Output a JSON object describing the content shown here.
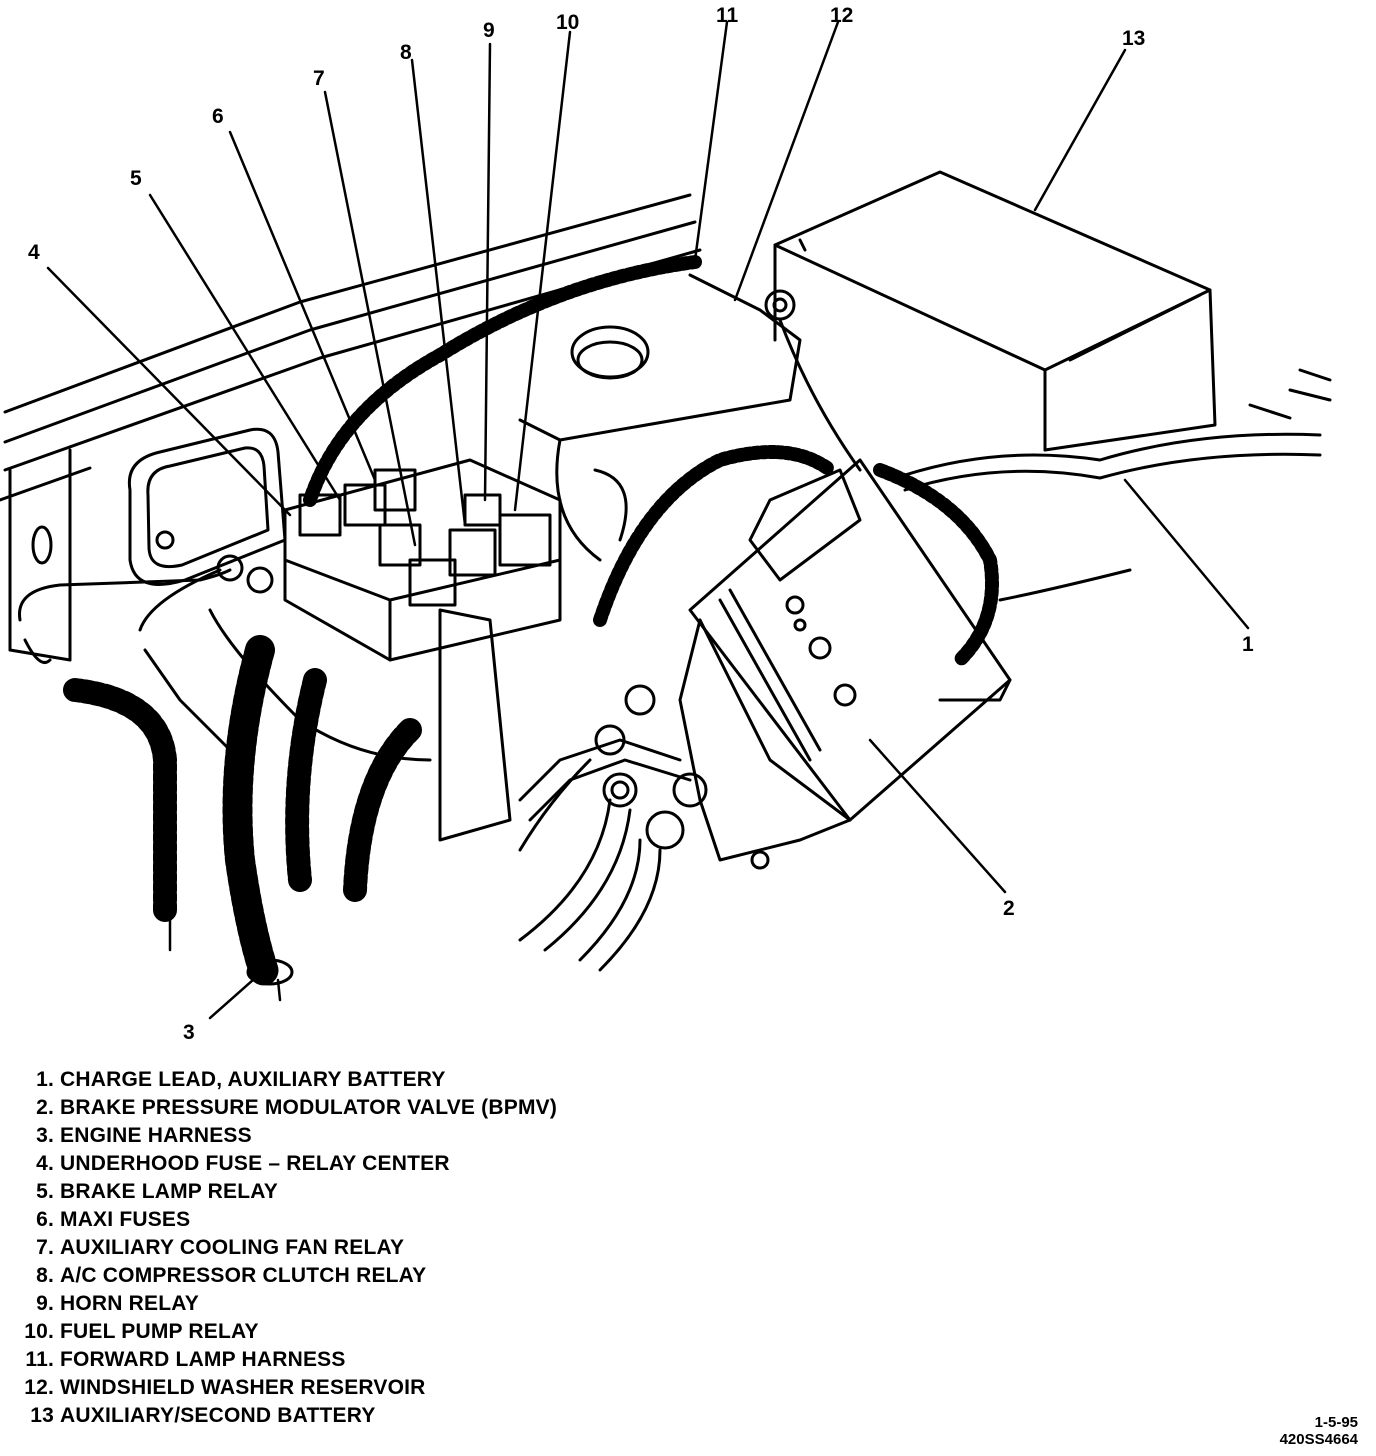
{
  "callouts": [
    {
      "num": "1"
    },
    {
      "num": "2"
    },
    {
      "num": "3"
    },
    {
      "num": "4"
    },
    {
      "num": "5"
    },
    {
      "num": "6"
    },
    {
      "num": "7"
    },
    {
      "num": "8"
    },
    {
      "num": "9"
    },
    {
      "num": "10"
    },
    {
      "num": "11"
    },
    {
      "num": "12"
    },
    {
      "num": "13"
    }
  ],
  "legend": [
    {
      "num": "1.",
      "text": "CHARGE LEAD, AUXILIARY BATTERY"
    },
    {
      "num": "2.",
      "text": "BRAKE PRESSURE MODULATOR VALVE (BPMV)"
    },
    {
      "num": "3.",
      "text": "ENGINE HARNESS"
    },
    {
      "num": "4.",
      "text": "UNDERHOOD FUSE  –  RELAY CENTER"
    },
    {
      "num": "5.",
      "text": "BRAKE LAMP RELAY"
    },
    {
      "num": "6.",
      "text": "MAXI FUSES"
    },
    {
      "num": "7.",
      "text": "AUXILIARY COOLING FAN RELAY"
    },
    {
      "num": "8.",
      "text": "A/C COMPRESSOR CLUTCH RELAY"
    },
    {
      "num": "9.",
      "text": "HORN RELAY"
    },
    {
      "num": "10.",
      "text": "FUEL PUMP RELAY"
    },
    {
      "num": "11.",
      "text": "FORWARD LAMP HARNESS"
    },
    {
      "num": "12.",
      "text": "WINDSHIELD WASHER RESERVOIR"
    },
    {
      "num": "13",
      "text": "AUXILIARY/SECOND BATTERY"
    }
  ],
  "figure_id": {
    "date": "1-5-95",
    "code": "420SS4664"
  }
}
